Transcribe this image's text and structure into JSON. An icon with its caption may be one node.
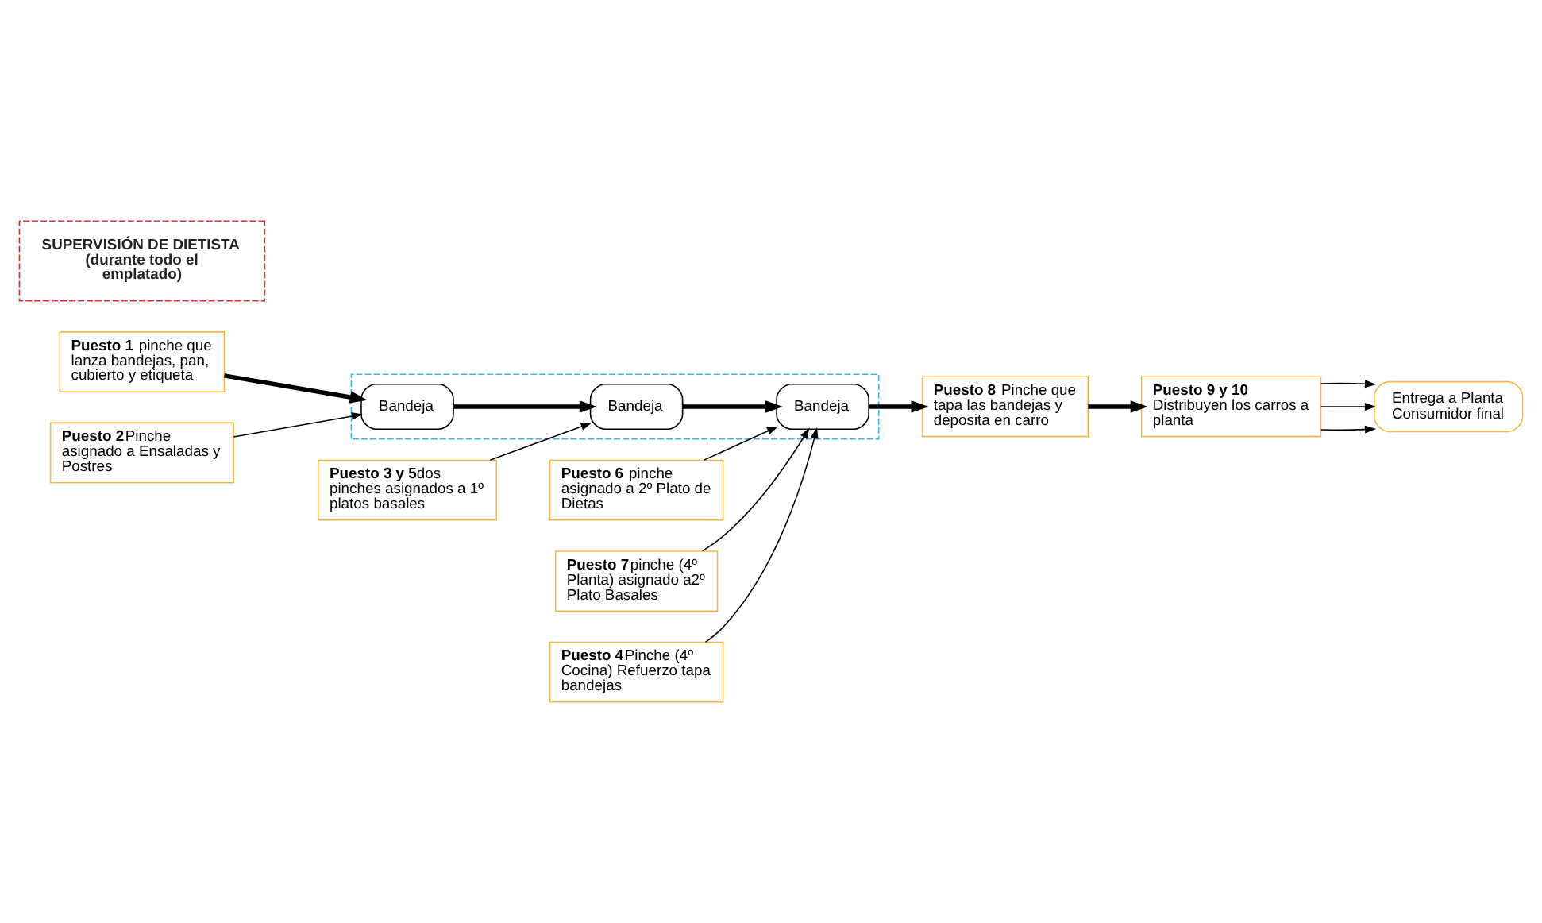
{
  "diagram": {
    "nodes": [
      {
        "text": [
          "**Puesto 1** pinche que lanza bandejas, pan, cubierto y etiqueta"
        ]
      },
      {
        "text": [],
        "shape": "box"
      },
      {
        "text": [
          "Bandeja"
        ],
        "in": 1
      },
      {
        "text": [
          "Bandeja"
        ],
        "in": 1
      },
      {
        "text": [
          "Bandeja"
        ],
        "in": 1
      },
      {
        "text": [
          "**Puesto 3 y 5**dos pinches asignados a 1º platos basales"
        ]
      },
      {
        "text": [
          "**Puesto 6** pinche asignado a 2º Plato de Dietas"
        ]
      },
      {
        "text": [
          "**Puesto 7**pinche (4º Planta) asignado a2º Plato Basales"
        ]
      },
      {
        "text": [
          "**Puesto 2**Pinche asignado a Ensaladas y Postres"
        ]
      },
      {
        "text": [
          "**Puesto 4**Pinche (4º Cocina) Refuerzo tapa bandejas"
        ]
      },
      {
        "text": [
          "**Puesto 8** Pinche que tapa las bandejas y deposita en carro"
        ]
      },
      {
        "text": [
          "**Puesto 9 y 10** Distribuyen los carros a planta"
        ]
      },
      {
        "text": [
          "Entrega a Planta Consumidor final"
        ]
      },
      {
        "text": [
          "SUPERVISIÓN DE DIETISTA (durante todo el emplatado)"
        ]
      }
    ],
    "edges": [
      {
        "from": 0,
        "to": 2,
        "arrow": "to",
        "style": "thick"
      },
      {
        "from": 2,
        "to": 3,
        "arrow": "to",
        "style": "thick"
      },
      {
        "from": 3,
        "to": 4,
        "arrow": "to",
        "style": "thick"
      },
      {
        "from": 4,
        "to": 10,
        "arrow": "to",
        "style": "thick"
      },
      {
        "from": 5,
        "to": 3,
        "arrow": "to"
      },
      {
        "from": 6,
        "to": 4,
        "arrow": "to"
      },
      {
        "from": 7,
        "to": 4,
        "arrow": "to"
      },
      {
        "from": 8,
        "to": 2,
        "arrow": "to"
      },
      {
        "from": 9,
        "to": 4,
        "arrow": "to"
      },
      {
        "from": 10,
        "to": 11,
        "arrow": "to",
        "style": "thick"
      },
      {
        "from": 11,
        "to": 12,
        "arrow": "to"
      },
      {
        "from": 11,
        "to": 12,
        "arrow": "to"
      },
      {
        "from": 11,
        "to": 12,
        "arrow": "to"
      }
    ]
  }
}
